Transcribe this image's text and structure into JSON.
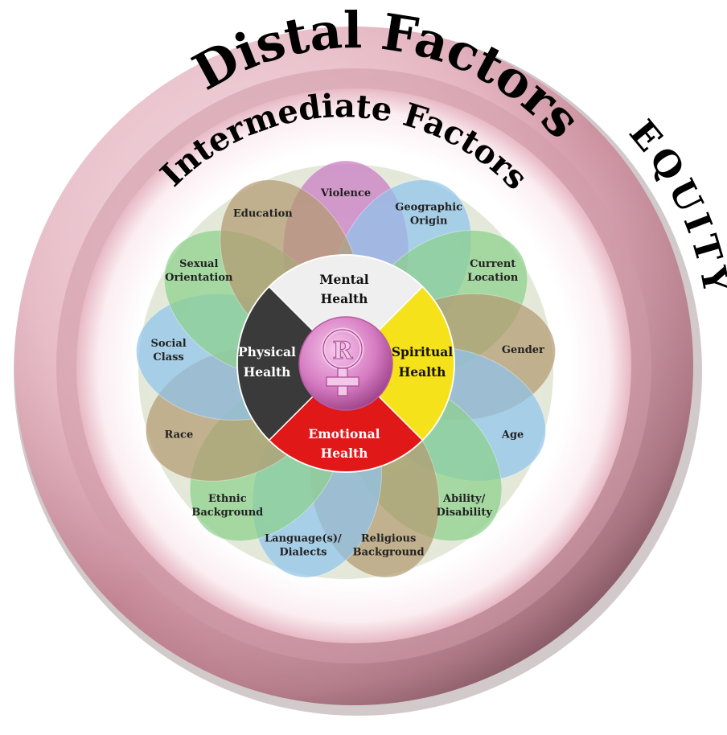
{
  "rings": {
    "distal": "Distal Factors",
    "intermediate": "Intermediate Factors",
    "equity": "EQUITY"
  },
  "petals": [
    {
      "label": "Violence",
      "color": "#c978c4"
    },
    {
      "label": "Geographic Origin",
      "color": "#8fc4ec"
    },
    {
      "label": "Current Location",
      "color": "#8cd08a"
    },
    {
      "label": "Gender",
      "color": "#b39a70"
    },
    {
      "label": "Age",
      "color": "#8fc4ec"
    },
    {
      "label": "Ability/ Disability",
      "color": "#8cd08a"
    },
    {
      "label": "Religious Background",
      "color": "#b39a70"
    },
    {
      "label": "Language(s)/ Dialects",
      "color": "#8fc4ec"
    },
    {
      "label": "Ethnic Background",
      "color": "#8cd08a"
    },
    {
      "label": "Race",
      "color": "#b39a70"
    },
    {
      "label": "Social Class",
      "color": "#8fc4ec"
    },
    {
      "label": "Sexual Orientation",
      "color": "#8cd08a"
    },
    {
      "label": "Education",
      "color": "#b39a70"
    }
  ],
  "health_wheel": {
    "segments": [
      {
        "label": "Mental Health",
        "color": "#efefef",
        "text_color": "#111111"
      },
      {
        "label": "Spiritual Health",
        "color": "#f5e21a",
        "text_color": "#111111"
      },
      {
        "label": "Emotional Health",
        "color": "#e01818",
        "text_color": "#ffffff"
      },
      {
        "label": "Physical Health",
        "color": "#3a3a3a",
        "text_color": "#ffffff"
      }
    ],
    "center_symbol": "R"
  },
  "colors": {
    "outer_ring": "#c98a98",
    "outer_ring_light": "#f3d3dc",
    "outer_ring_dark": "#7a4a55",
    "center_disc": "#d880c4"
  }
}
